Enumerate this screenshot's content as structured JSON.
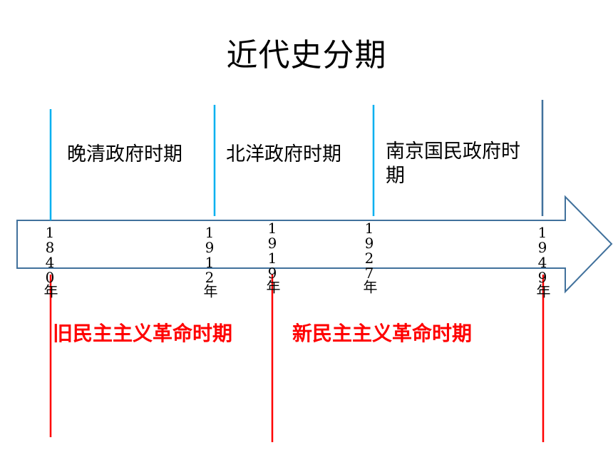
{
  "title": "近代史分期",
  "periods": [
    {
      "label": "晚清政府时期"
    },
    {
      "label": "北洋政府时期"
    },
    {
      "label": "南京国民政府时期"
    }
  ],
  "years": [
    "1840年",
    "1912年",
    "1919年",
    "1927年",
    "1949年"
  ],
  "eras": [
    {
      "label": "旧民主主义革命时期"
    },
    {
      "label": "新民主主义革命时期"
    }
  ],
  "colors": {
    "arrow_stroke": "#41719c",
    "period_line": "#00b0f0",
    "end_line": "#41719c",
    "era_line": "#ff0000",
    "era_text": "#ff0000"
  }
}
